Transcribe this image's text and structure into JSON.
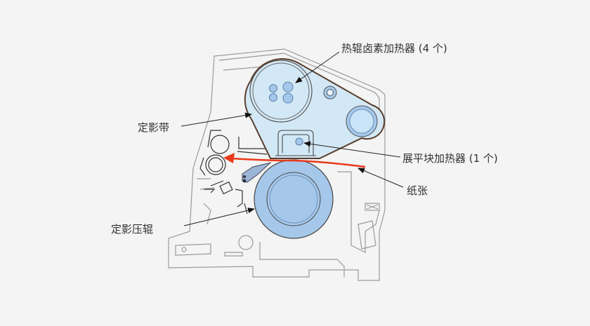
{
  "labels": {
    "heat_roller_heaters": "热辊卤素加热器 (4 个)",
    "fixing_belt": "定影带",
    "pad_heater": "展平块加热器 (1 个)",
    "paper": "纸张",
    "pressure_roller": "定影压辊"
  },
  "colors": {
    "belt_fill": "#d3e8f6",
    "belt_edge": "#5a3e2b",
    "roller_fill": "#a5c8ea",
    "paper": "#ea3a1c",
    "frame": "#9a9a9a"
  }
}
